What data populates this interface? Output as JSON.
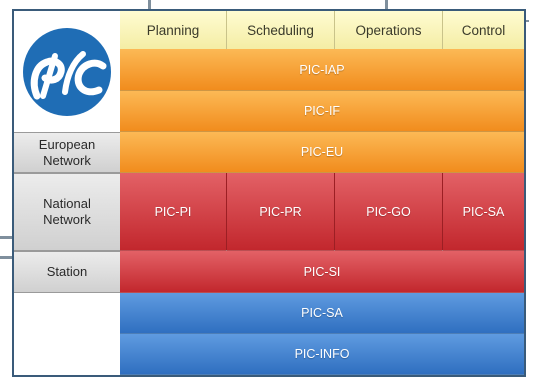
{
  "phases": [
    "Planning",
    "Scheduling",
    "Operations",
    "Control"
  ],
  "row_labels": {
    "european": "European\nNetwork",
    "national": "National\nNetwork",
    "station": "Station"
  },
  "bars": {
    "iap": "PIC-IAP",
    "if": "PIC-IF",
    "eu": "PIC-EU",
    "pi": "PIC-PI",
    "pr": "PIC-PR",
    "go": "PIC-GO",
    "sa_red": "PIC-SA",
    "si": "PIC-SI",
    "sa_blue": "PIC-SA",
    "info": "PIC-INFO"
  },
  "colors": {
    "orange": "#f18c1d",
    "red": "#c2272d",
    "blue": "#2f6fc0",
    "phase_header": "#f4eda4",
    "logo_blue": "#1f6db5",
    "frame": "#3a5b7a"
  },
  "icons": {
    "logo": "pic-logo-icon"
  }
}
